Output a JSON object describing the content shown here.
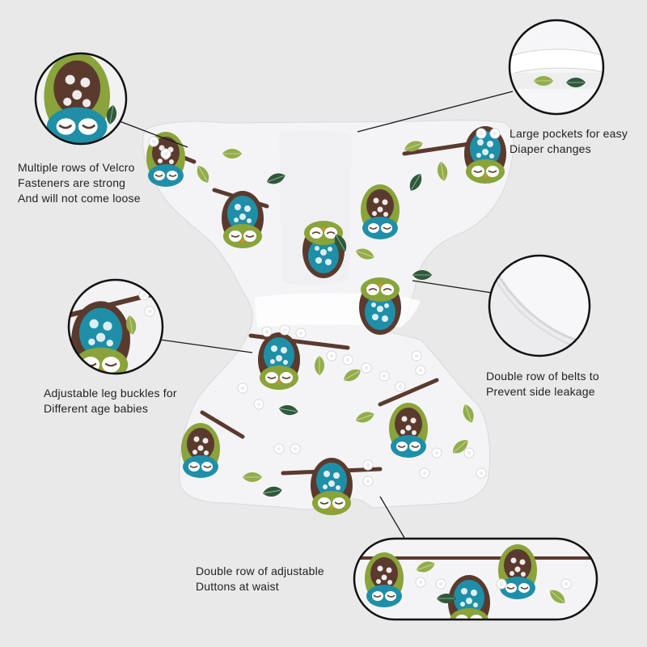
{
  "annotations": {
    "velcro": {
      "line1": "Multiple rows of Velcro",
      "line2": "Fasteners are strong",
      "line3": "And will not come loose"
    },
    "pockets": {
      "line1": "Large pockets for easy",
      "line2": "Diaper changes"
    },
    "belts": {
      "line1": "Double row of belts to",
      "line2": "Prevent side leakage"
    },
    "leg": {
      "line1": "Adjustable leg buckles for",
      "line2": "Different age babies"
    },
    "waist": {
      "line1": "Double row of adjustable",
      "line2": "Duttons at waist"
    }
  },
  "colors": {
    "background": "#e9e9e9",
    "fabric": "#f4f4f6",
    "owl_brown": "#5b3a2e",
    "owl_teal": "#1f8fa8",
    "owl_green": "#8aa33a",
    "leaf_green": "#93ad49",
    "leaf_dark": "#2f5a3a",
    "snap": "#ffffff"
  }
}
